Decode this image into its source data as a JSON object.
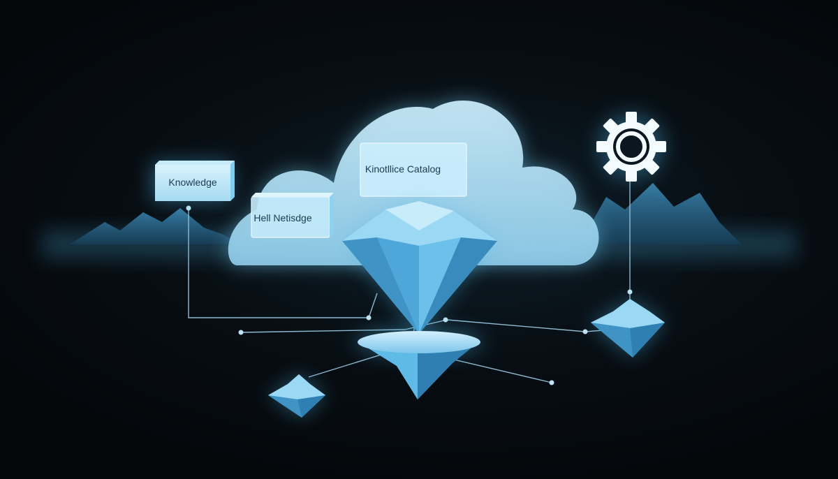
{
  "nodes": {
    "knowledge": {
      "label": "Knowledge"
    },
    "catalog": {
      "label": "Kinotllice Catalog"
    },
    "hell": {
      "label": "Hell Netisdge"
    }
  },
  "colors": {
    "background": "#05090d",
    "glow": "#4fb8ea",
    "ice_light": "#aee2f7",
    "ice_mid": "#5cb6e2",
    "ice_dark": "#2a76a8",
    "cloud": "#bfe6f8",
    "line": "#8fb9cf",
    "label_text": "#1b3b52",
    "gear": "#f3fbff"
  },
  "icons": [
    "cloud-icon",
    "gear-icon",
    "diamond-icon",
    "iceberg-icon",
    "crystal-icon",
    "mountain-icon"
  ]
}
